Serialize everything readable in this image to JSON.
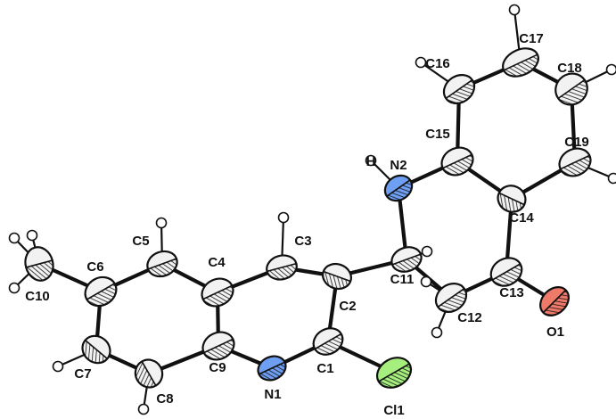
{
  "colors": {
    "carbon": "#f2f2f2",
    "nitrogen": "#6f9ff2",
    "oxygen": "#f07a6a",
    "chlorine": "#a6ef7f",
    "hatch": "#111111"
  },
  "atoms": [
    {
      "id": "C1",
      "label": "C1",
      "element": "C"
    },
    {
      "id": "C2",
      "label": "C2",
      "element": "C"
    },
    {
      "id": "C3",
      "label": "C3",
      "element": "C"
    },
    {
      "id": "C4",
      "label": "C4",
      "element": "C"
    },
    {
      "id": "C5",
      "label": "C5",
      "element": "C"
    },
    {
      "id": "C6",
      "label": "C6",
      "element": "C"
    },
    {
      "id": "C7",
      "label": "C7",
      "element": "C"
    },
    {
      "id": "C8",
      "label": "C8",
      "element": "C"
    },
    {
      "id": "C9",
      "label": "C9",
      "element": "C"
    },
    {
      "id": "C10",
      "label": "C10",
      "element": "C"
    },
    {
      "id": "C11",
      "label": "C11",
      "element": "C"
    },
    {
      "id": "C12",
      "label": "C12",
      "element": "C"
    },
    {
      "id": "C13",
      "label": "C13",
      "element": "C"
    },
    {
      "id": "C14",
      "label": "C14",
      "element": "C"
    },
    {
      "id": "C15",
      "label": "C15",
      "element": "C"
    },
    {
      "id": "C16",
      "label": "C16",
      "element": "C"
    },
    {
      "id": "C17",
      "label": "C17",
      "element": "C"
    },
    {
      "id": "C18",
      "label": "C18",
      "element": "C"
    },
    {
      "id": "C19",
      "label": "C19",
      "element": "C"
    },
    {
      "id": "N1",
      "label": "N1",
      "element": "N"
    },
    {
      "id": "N2",
      "label": "N2",
      "element": "N"
    },
    {
      "id": "O1",
      "label": "O1",
      "element": "O"
    },
    {
      "id": "Cl1",
      "label": "Cl1",
      "element": "Cl"
    }
  ],
  "hydrogens": [
    {
      "id": "H2",
      "label": "H",
      "bonded_to": "N2"
    },
    {
      "id": "H3",
      "bonded_to": "C3"
    },
    {
      "id": "H5",
      "bonded_to": "C5"
    },
    {
      "id": "H7",
      "bonded_to": "C7"
    },
    {
      "id": "H8",
      "bonded_to": "C8"
    },
    {
      "id": "H10A",
      "bonded_to": "C10"
    },
    {
      "id": "H10B",
      "bonded_to": "C10"
    },
    {
      "id": "H10C",
      "bonded_to": "C10"
    },
    {
      "id": "H11",
      "bonded_to": "C11"
    },
    {
      "id": "H12A",
      "bonded_to": "C12"
    },
    {
      "id": "H12B",
      "bonded_to": "C12"
    },
    {
      "id": "H16",
      "bonded_to": "C16"
    },
    {
      "id": "H17",
      "bonded_to": "C17"
    },
    {
      "id": "H18",
      "bonded_to": "C18"
    },
    {
      "id": "H19",
      "bonded_to": "C19"
    }
  ],
  "bonds": [
    [
      "C1",
      "C2"
    ],
    [
      "C1",
      "N1"
    ],
    [
      "C1",
      "Cl1"
    ],
    [
      "C2",
      "C3"
    ],
    [
      "C2",
      "C11"
    ],
    [
      "C3",
      "C4"
    ],
    [
      "C4",
      "C5"
    ],
    [
      "C4",
      "C9"
    ],
    [
      "C5",
      "C6"
    ],
    [
      "C6",
      "C7"
    ],
    [
      "C6",
      "C10"
    ],
    [
      "C7",
      "C8"
    ],
    [
      "C8",
      "C9"
    ],
    [
      "C9",
      "N1"
    ],
    [
      "C11",
      "N2"
    ],
    [
      "C11",
      "C12"
    ],
    [
      "C12",
      "C13"
    ],
    [
      "C13",
      "O1"
    ],
    [
      "C13",
      "C14"
    ],
    [
      "C14",
      "C15"
    ],
    [
      "C14",
      "C19"
    ],
    [
      "C15",
      "N2"
    ],
    [
      "C15",
      "C16"
    ],
    [
      "C16",
      "C17"
    ],
    [
      "C17",
      "C18"
    ],
    [
      "C18",
      "C19"
    ]
  ]
}
